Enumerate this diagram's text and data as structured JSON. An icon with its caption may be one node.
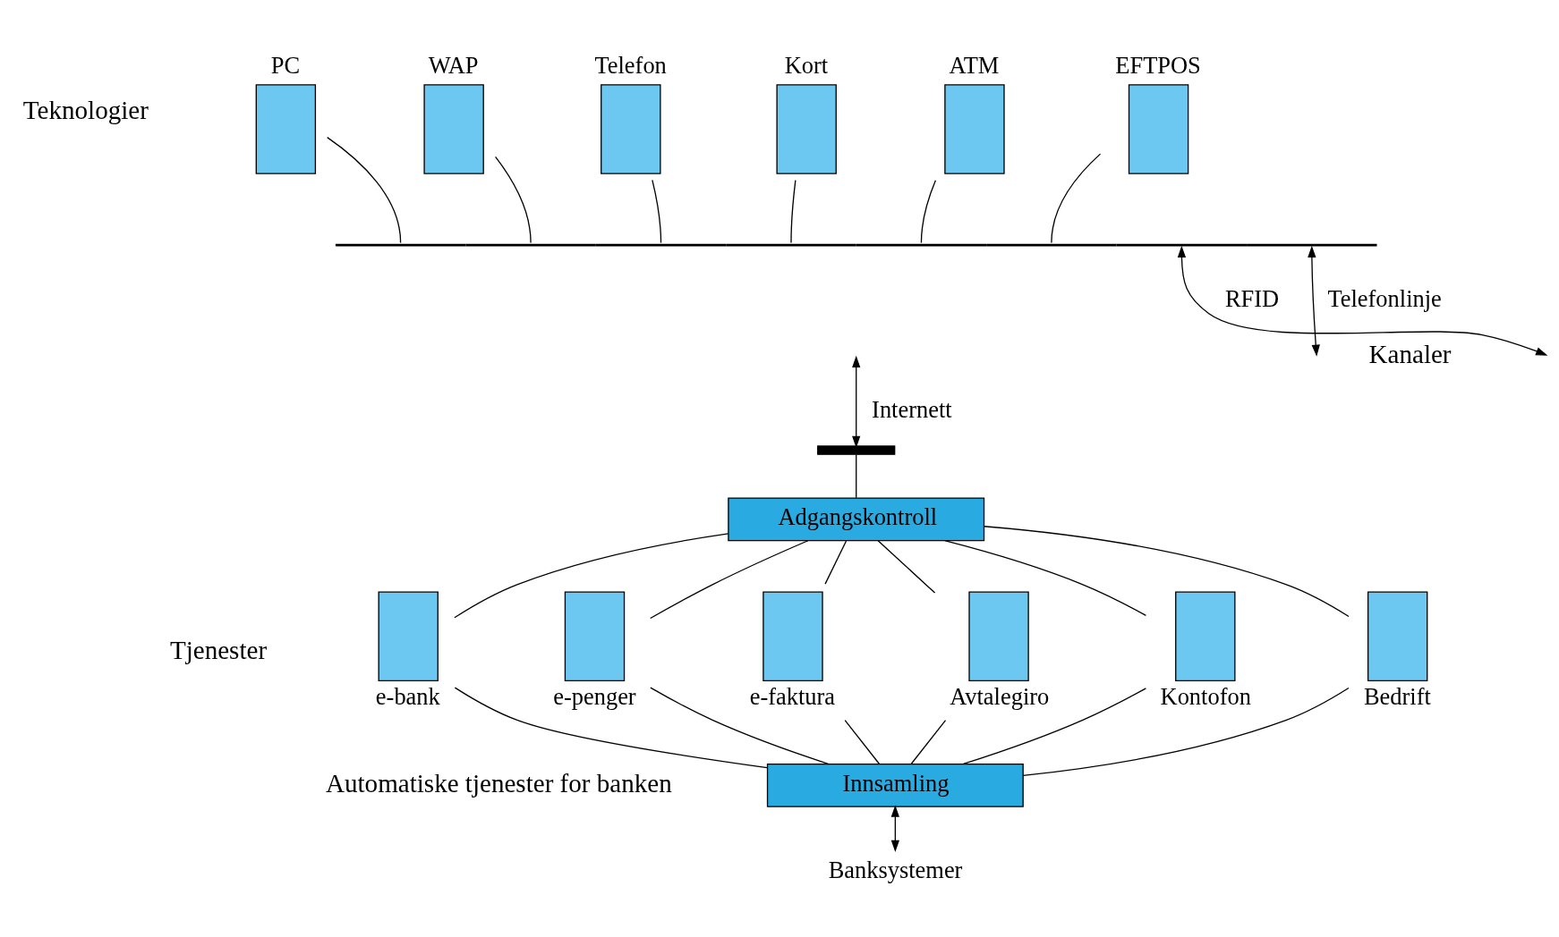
{
  "diagram": {
    "nodes": [
      {
        "text": [
          "PC"
        ]
      },
      {
        "text": [
          "WAP"
        ]
      },
      {
        "text": [
          "Telefon"
        ]
      },
      {
        "text": [
          "Kort"
        ]
      },
      {
        "text": [
          "ATM"
        ]
      },
      {
        "text": [
          "EFTPOS"
        ]
      },
      {
        "text": [],
        "shape": "line"
      },
      {
        "text": [],
        "shape": "bar"
      },
      {
        "text": [
          "Adgangskontroll"
        ]
      },
      {
        "text": [
          "e-bank"
        ]
      },
      {
        "text": [
          "e-penger"
        ]
      },
      {
        "text": [
          "e-faktura"
        ]
      },
      {
        "text": [
          "Avtalegiro"
        ]
      },
      {
        "text": [
          "Kontofon"
        ]
      },
      {
        "text": [
          "Bedrift"
        ]
      },
      {
        "text": [
          "Innsamling"
        ]
      },
      {
        "text": [
          "Banksystemer"
        ]
      }
    ],
    "edges": [
      {
        "from": 0,
        "to": 6,
        "arrow": "none"
      },
      {
        "from": 1,
        "to": 6,
        "arrow": "none"
      },
      {
        "from": 2,
        "to": 6,
        "arrow": "none"
      },
      {
        "from": 3,
        "to": 6,
        "arrow": "none"
      },
      {
        "from": 4,
        "to": 6,
        "arrow": "none"
      },
      {
        "from": 5,
        "to": 6,
        "arrow": "none"
      },
      {
        "from": 6,
        "to": null,
        "arrow": "both",
        "label": "RFID"
      },
      {
        "from": null,
        "to": 7,
        "arrow": "both",
        "label": "Internett"
      },
      {
        "from": 6,
        "to": null,
        "arrow": "both",
        "label": "Telefonlinje"
      },
      {
        "from": 7,
        "to": 8,
        "arrow": "none"
      },
      {
        "from": 8,
        "to": 9,
        "arrow": "none"
      },
      {
        "from": 8,
        "to": 10,
        "arrow": "none"
      },
      {
        "from": 8,
        "to": 11,
        "arrow": "none"
      },
      {
        "from": 8,
        "to": 12,
        "arrow": "none"
      },
      {
        "from": 8,
        "to": 13,
        "arrow": "none"
      },
      {
        "from": 8,
        "to": 14,
        "arrow": "none"
      },
      {
        "from": 9,
        "to": 15,
        "arrow": "none"
      },
      {
        "from": 10,
        "to": 15,
        "arrow": "none"
      },
      {
        "from": 11,
        "to": 15,
        "arrow": "none"
      },
      {
        "from": 12,
        "to": 15,
        "arrow": "none"
      },
      {
        "from": 13,
        "to": 15,
        "arrow": "none"
      },
      {
        "from": 14,
        "to": 15,
        "arrow": "none"
      },
      {
        "from": 15,
        "to": 16,
        "arrow": "both"
      }
    ],
    "labels": [
      "Teknologier",
      "Kanaler",
      "Tjenester",
      "Automatiske tjenester for banken"
    ]
  }
}
